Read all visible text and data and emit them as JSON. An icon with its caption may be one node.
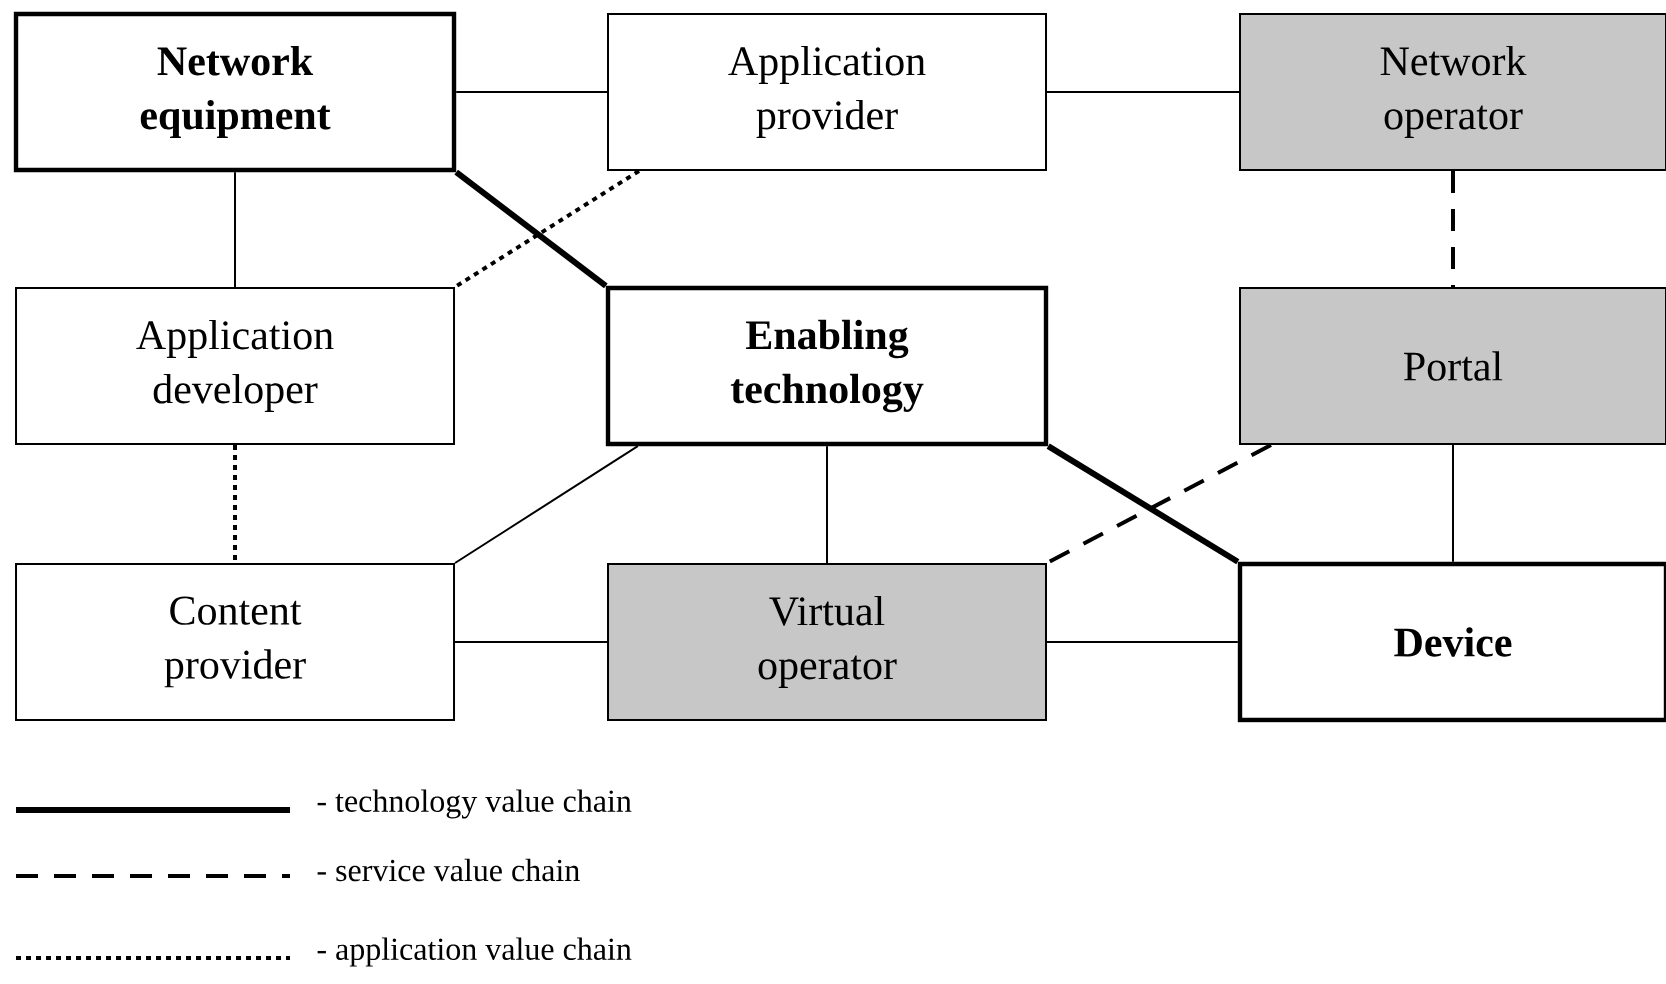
{
  "diagram": {
    "nodes": [
      {
        "text": [
          "Network equipment"
        ]
      },
      {
        "text": [
          "Application provider"
        ]
      },
      {
        "text": [
          "Network operator"
        ]
      },
      {
        "text": [
          "Application developer"
        ]
      },
      {
        "text": [
          "Enabling technology"
        ]
      },
      {
        "text": [
          "Portal"
        ]
      },
      {
        "text": [
          "Content provider"
        ]
      },
      {
        "text": [
          "Virtual operator"
        ]
      },
      {
        "text": [
          "Device"
        ]
      }
    ],
    "edges": [
      {
        "from": 0,
        "to": 1,
        "arrow": "none"
      },
      {
        "from": 1,
        "to": 2,
        "arrow": "none"
      },
      {
        "from": 0,
        "to": 3,
        "arrow": "none"
      },
      {
        "from": 0,
        "to": 4,
        "arrow": "none",
        "style": "thick"
      },
      {
        "from": 1,
        "to": 3,
        "arrow": "none",
        "style": "dashed"
      },
      {
        "from": 2,
        "to": 5,
        "arrow": "none",
        "style": "dashed"
      },
      {
        "from": 3,
        "to": 6,
        "arrow": "none",
        "style": "dashed"
      },
      {
        "from": 4,
        "to": 6,
        "arrow": "none"
      },
      {
        "from": 4,
        "to": 7,
        "arrow": "none"
      },
      {
        "from": 4,
        "to": 8,
        "arrow": "none",
        "style": "thick"
      },
      {
        "from": 5,
        "to": 7,
        "arrow": "none",
        "style": "dashed"
      },
      {
        "from": 5,
        "to": 8,
        "arrow": "none"
      },
      {
        "from": 6,
        "to": 7,
        "arrow": "none"
      },
      {
        "from": 7,
        "to": 8,
        "arrow": "none"
      }
    ],
    "legend": [
      {
        "text": "- technology value chain"
      },
      {
        "text": "- service value chain"
      },
      {
        "text": "- application value chain"
      }
    ]
  }
}
